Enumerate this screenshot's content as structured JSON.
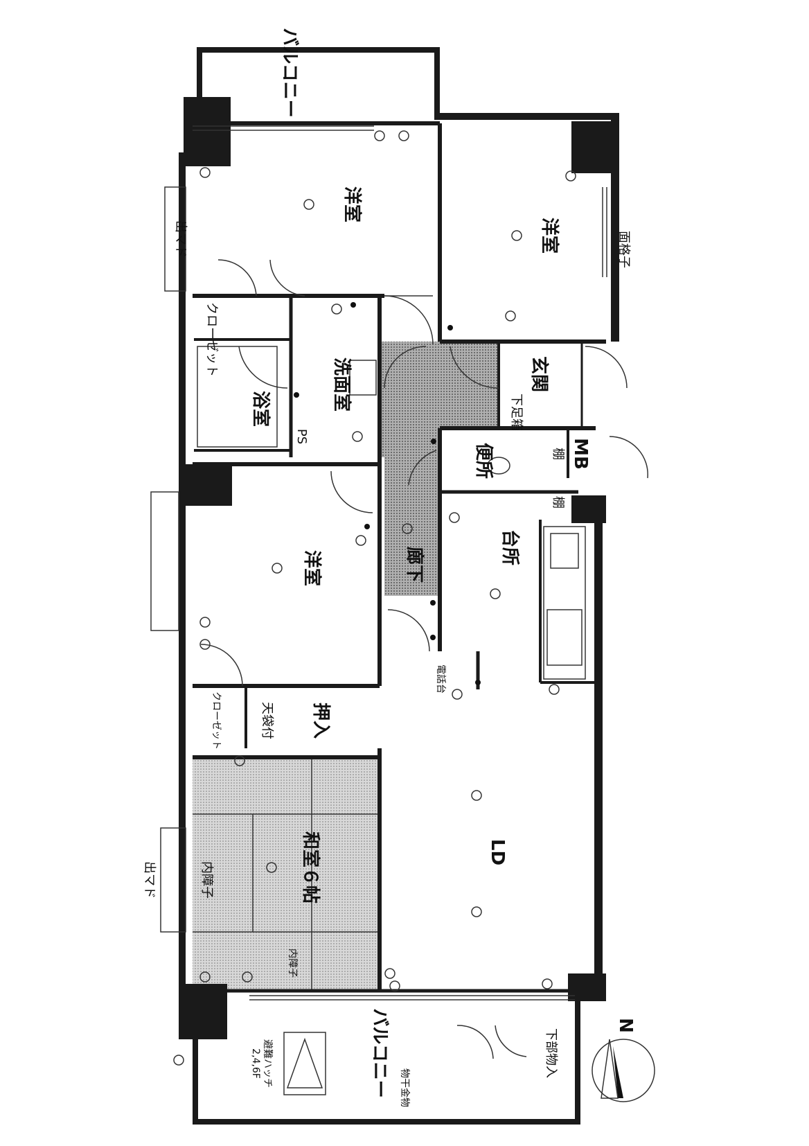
{
  "labels": {
    "yoshitsu_top": "洋室",
    "yoshitsu_right": "洋室",
    "yoshitsu_mid": "洋室",
    "washitsu": "和室６帖",
    "ld": "LD",
    "daidokoro": "台所",
    "roka": "廊下",
    "benjo": "便所",
    "genkan": "玄関",
    "senmenshitsu": "洗面室",
    "yokushitsu": "浴室",
    "ps": "PS",
    "mb": "MB",
    "balcony_top": "バルコニー",
    "balcony_bottom": "バルコニー",
    "closet_top": "クローゼット",
    "closet_mid": "クローゼット",
    "oshiire": "押入",
    "tenbukuro": "天袋付",
    "getabako": "下足箱",
    "tana1": "棚",
    "tana2": "棚",
    "demado1": "出マド",
    "demado2": "出マド",
    "menkoshi": "面格子",
    "uchikoshi1": "内障子",
    "uchikoshi2": "内障子",
    "denwadai": "電話台",
    "shitabu_monoire": "下部物入",
    "hinan_hatch": "避難ハッチ",
    "hatch_floors": "2,4,6F",
    "monohoshi": "物干金物",
    "north": "N"
  },
  "colors": {
    "wall": "#1a1a1a",
    "hallway_fill": "#9a9a9a",
    "tatami_fill": "#c8c8c8",
    "background": "#ffffff"
  }
}
